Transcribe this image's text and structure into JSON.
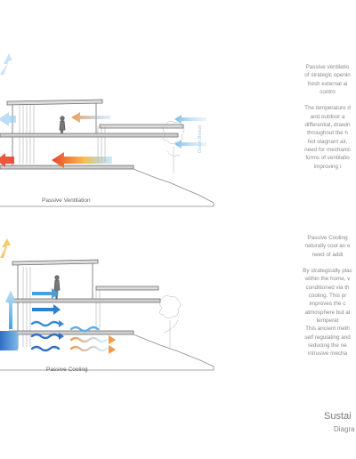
{
  "diagram1": {
    "caption": "Passive Ventilation",
    "breeze_label": "Ocean Breeze"
  },
  "diagram2": {
    "caption": "Passive Cooling"
  },
  "ventilation_text": [
    "Passive ventilatio",
    "of strategic openin",
    "fresh external ai",
    "contro",
    "",
    "The temperature d",
    "and outdoor a",
    "differential, drawin",
    "throughout the h",
    "hot stagnant air,",
    "need for mechanic",
    "forms of ventilatio",
    "improving i"
  ],
  "cooling_text": [
    "Passive Cooling",
    "naturally cool an e",
    "need of addi",
    "",
    "By strategically plac",
    "within the home, v",
    "conditioned via th",
    "cooling. This pr",
    "improves the c",
    "atmosphere but al",
    "temperat",
    "This ancient meth",
    "self regulating and",
    "reducing the ne",
    "intrusive mecha"
  ],
  "footer": {
    "title": "Sustai",
    "subtitle": "Diagra"
  },
  "colors": {
    "arrow_cool": "#4a9fe0",
    "arrow_warm": "#f29a4a",
    "arrow_hot": "#e84a2a",
    "water": "#2f6fc4",
    "line": "#6a6a6a"
  }
}
